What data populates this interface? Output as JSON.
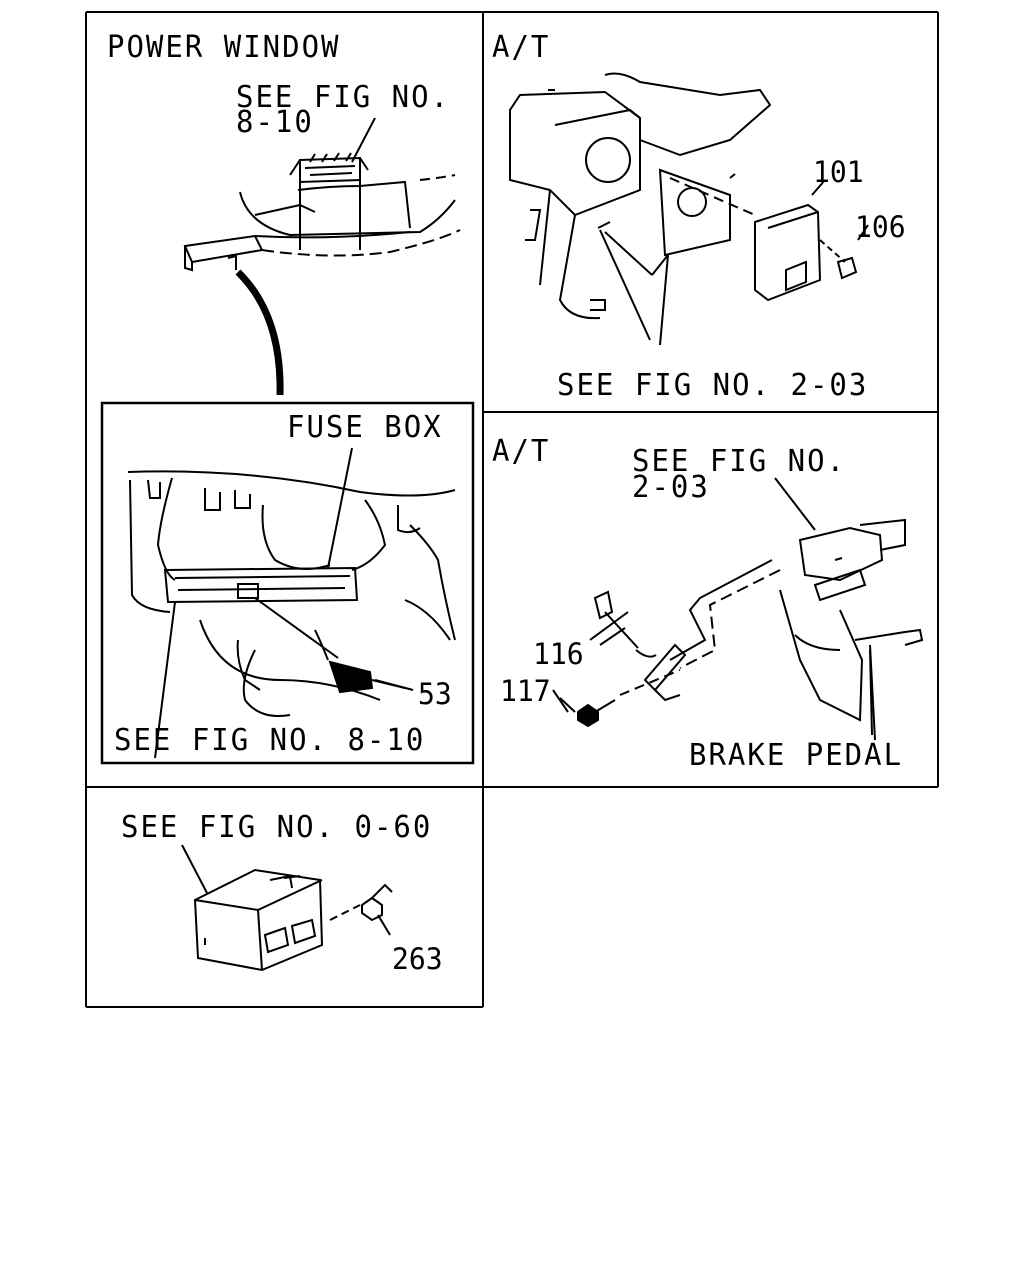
{
  "panels": {
    "power_window": {
      "title": "POWER WINDOW",
      "ref_line1": "SEE FIG NO.",
      "ref_line2": "8-10",
      "inset": {
        "title": "FUSE BOX",
        "part_53": "53",
        "ref": "SEE FIG NO. 8-10"
      }
    },
    "at_upper": {
      "title": "A/T",
      "part_101": "101",
      "part_106": "106",
      "ref": "SEE FIG NO. 2-03"
    },
    "at_lower": {
      "title": "A/T",
      "ref_line1": "SEE FIG NO.",
      "ref_line2": "2-03",
      "part_116": "116",
      "part_117": "117",
      "caption": "BRAKE PEDAL"
    },
    "control_unit": {
      "ref": "SEE FIG NO. 0-60",
      "part_263": "263"
    }
  }
}
